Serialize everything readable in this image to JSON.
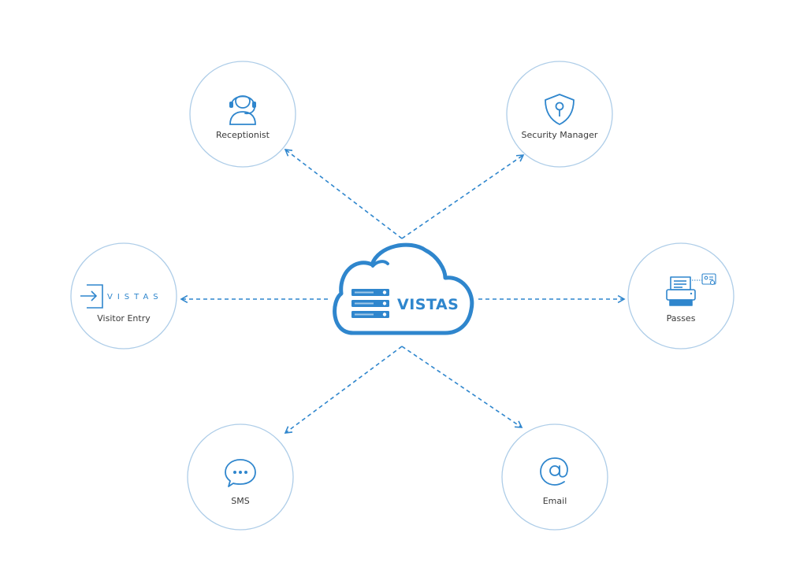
{
  "center": {
    "label": "VISTAS"
  },
  "nodes": {
    "receptionist": {
      "label": "Receptionist",
      "icon": "headset-icon"
    },
    "security_manager": {
      "label": "Security Manager",
      "icon": "shield-icon"
    },
    "visitor_entry": {
      "label": "Visitor Entry",
      "icon": "entry-icon",
      "logo_text": "VISTAS"
    },
    "passes": {
      "label": "Passes",
      "icon": "printer-icon"
    },
    "sms": {
      "label": "SMS",
      "icon": "chat-bubble-icon"
    },
    "email": {
      "label": "Email",
      "icon": "at-sign-icon"
    }
  },
  "colors": {
    "accent": "#2f86cd",
    "circle_stroke": "#aecde8",
    "label_text": "#3a3a3a"
  }
}
